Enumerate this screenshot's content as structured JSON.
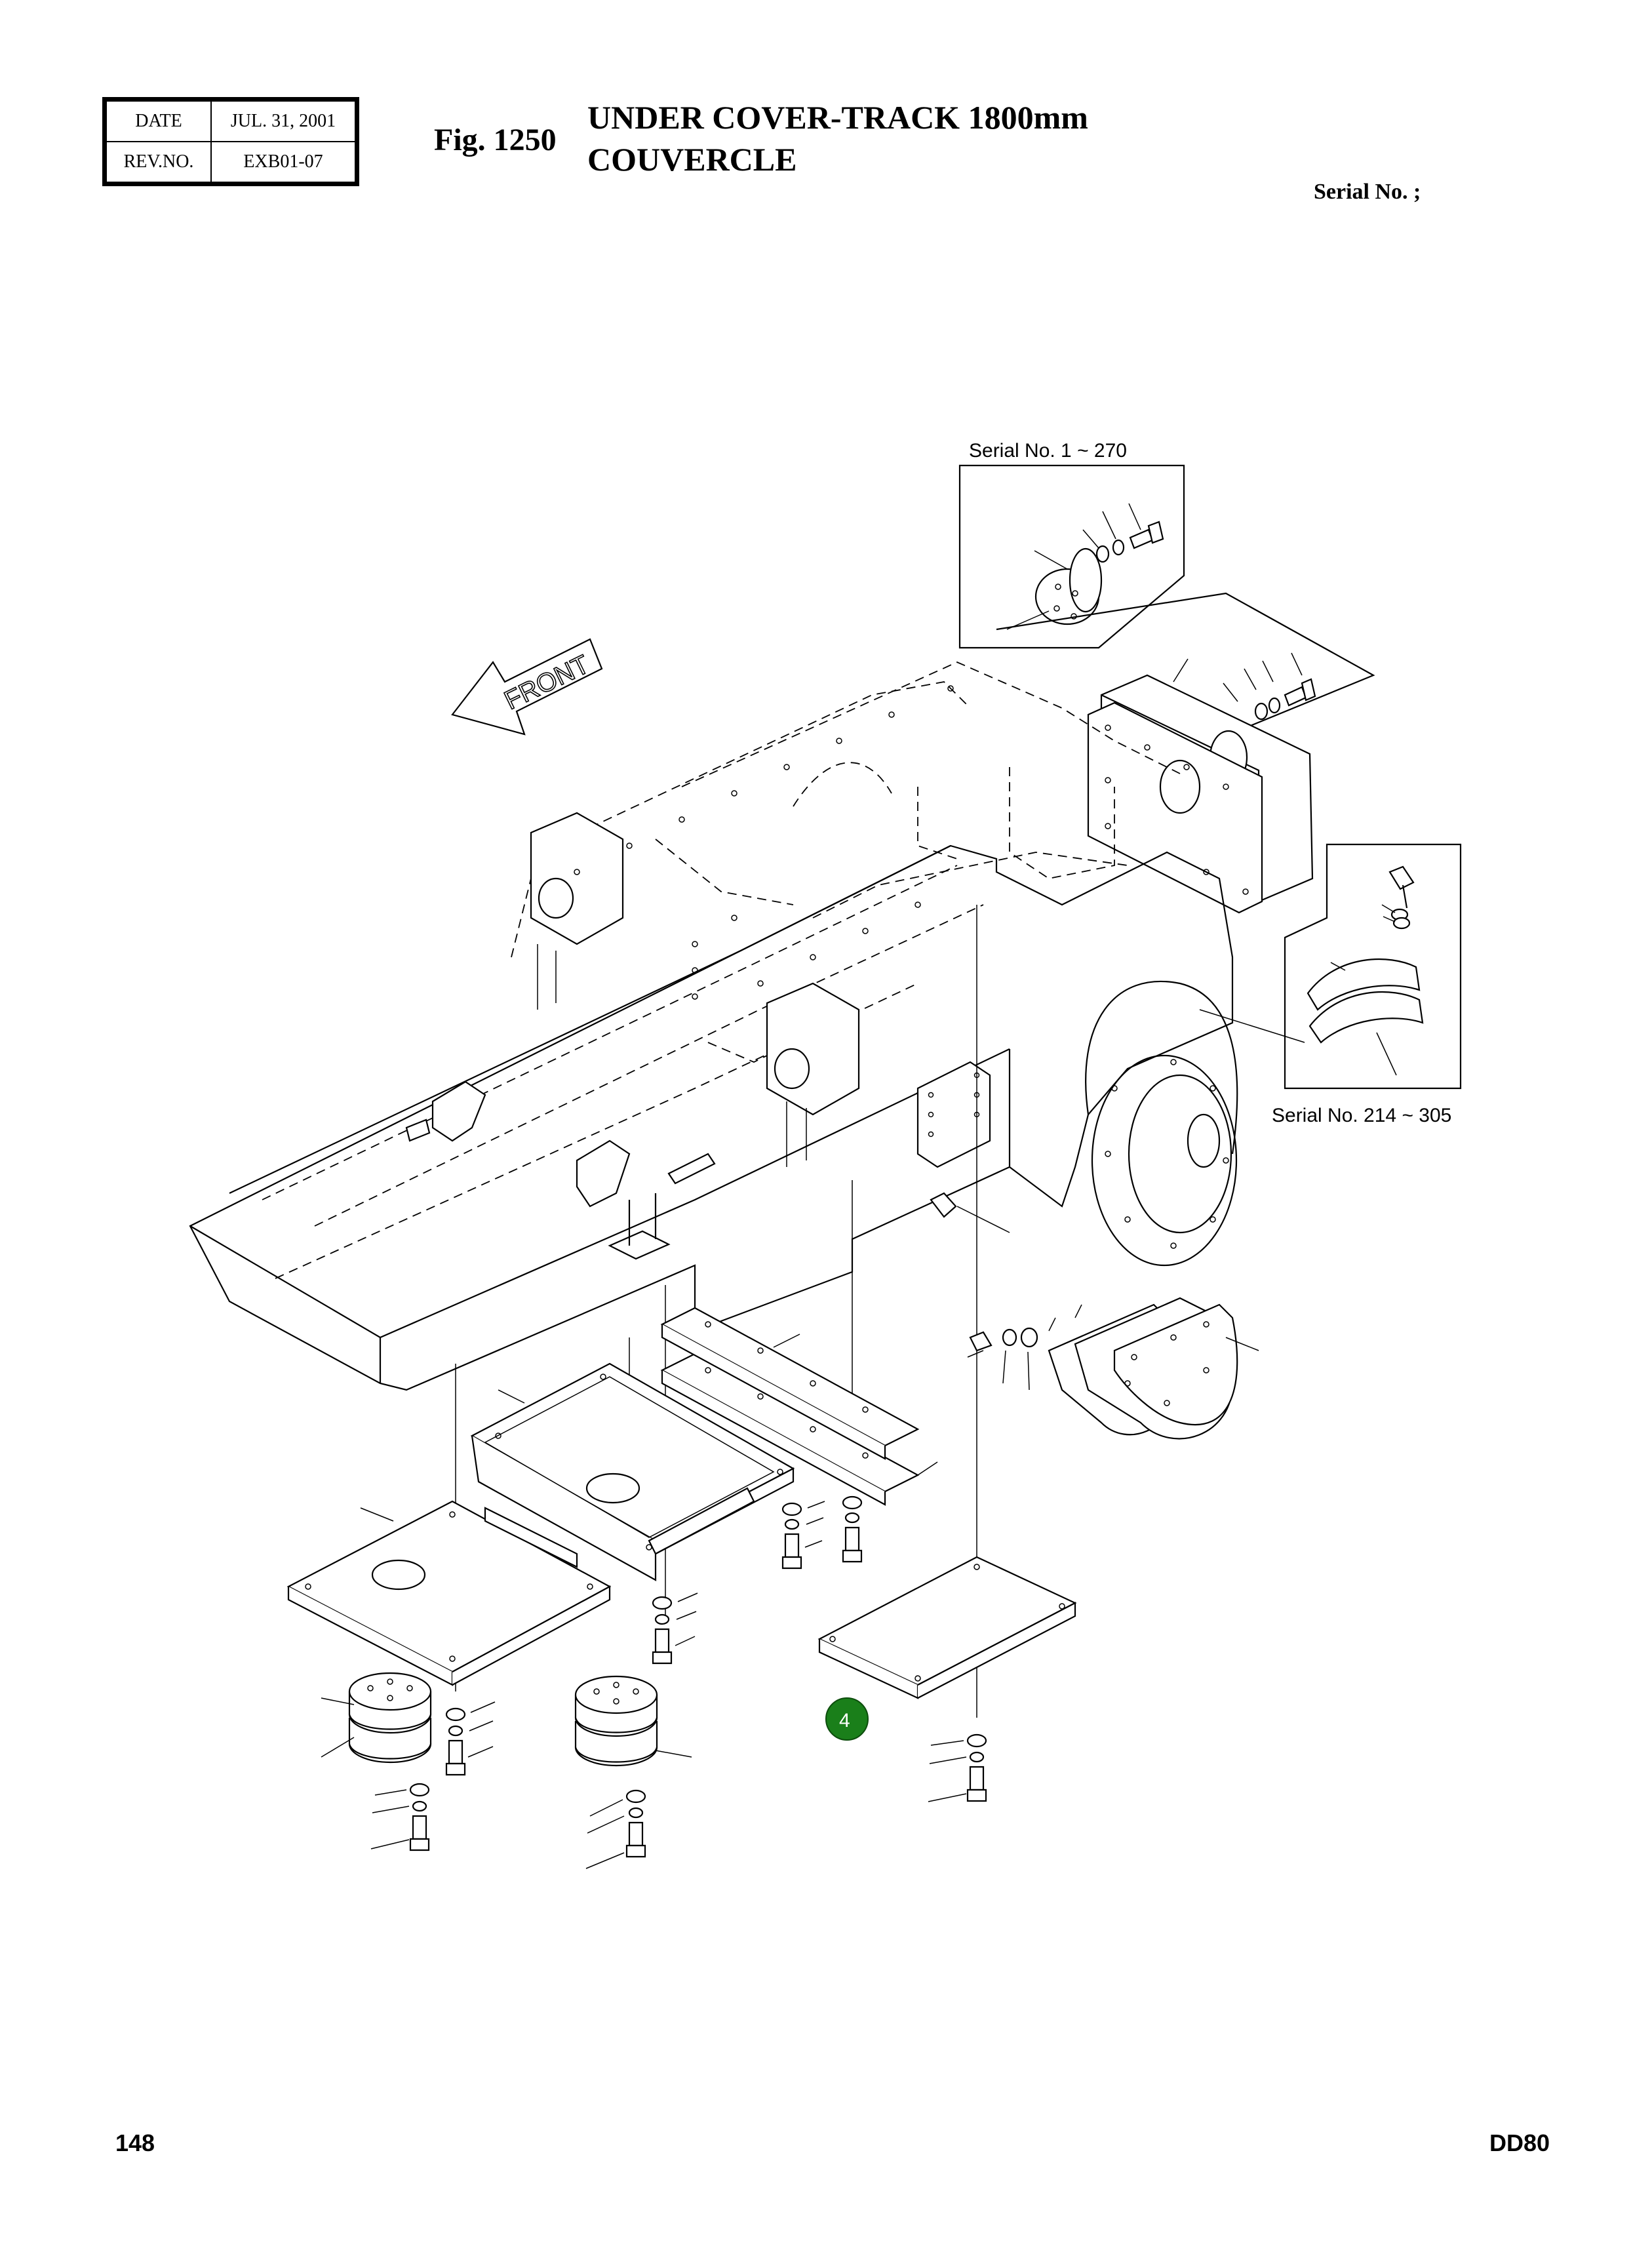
{
  "header": {
    "date_label": "DATE",
    "date_value": "JUL. 31, 2001",
    "rev_label": "REV.NO.",
    "rev_value": "EXB01-07",
    "fig_number": "Fig. 1250",
    "title_en": "UNDER COVER-TRACK 1800mm",
    "title_fr": "COUVERCLE",
    "serial_label": "Serial No. ;"
  },
  "diagram": {
    "front_label": "FRONT",
    "inset_top_label": "Serial No. 1 ~ 270",
    "inset_right_label": "Serial No. 214 ~ 305",
    "callout_number": "4",
    "colors": {
      "line": "#000000",
      "callout_fill": "#1a7f1a",
      "callout_text": "#ffffff"
    }
  },
  "footer": {
    "page_number": "148",
    "model": "DD80"
  }
}
